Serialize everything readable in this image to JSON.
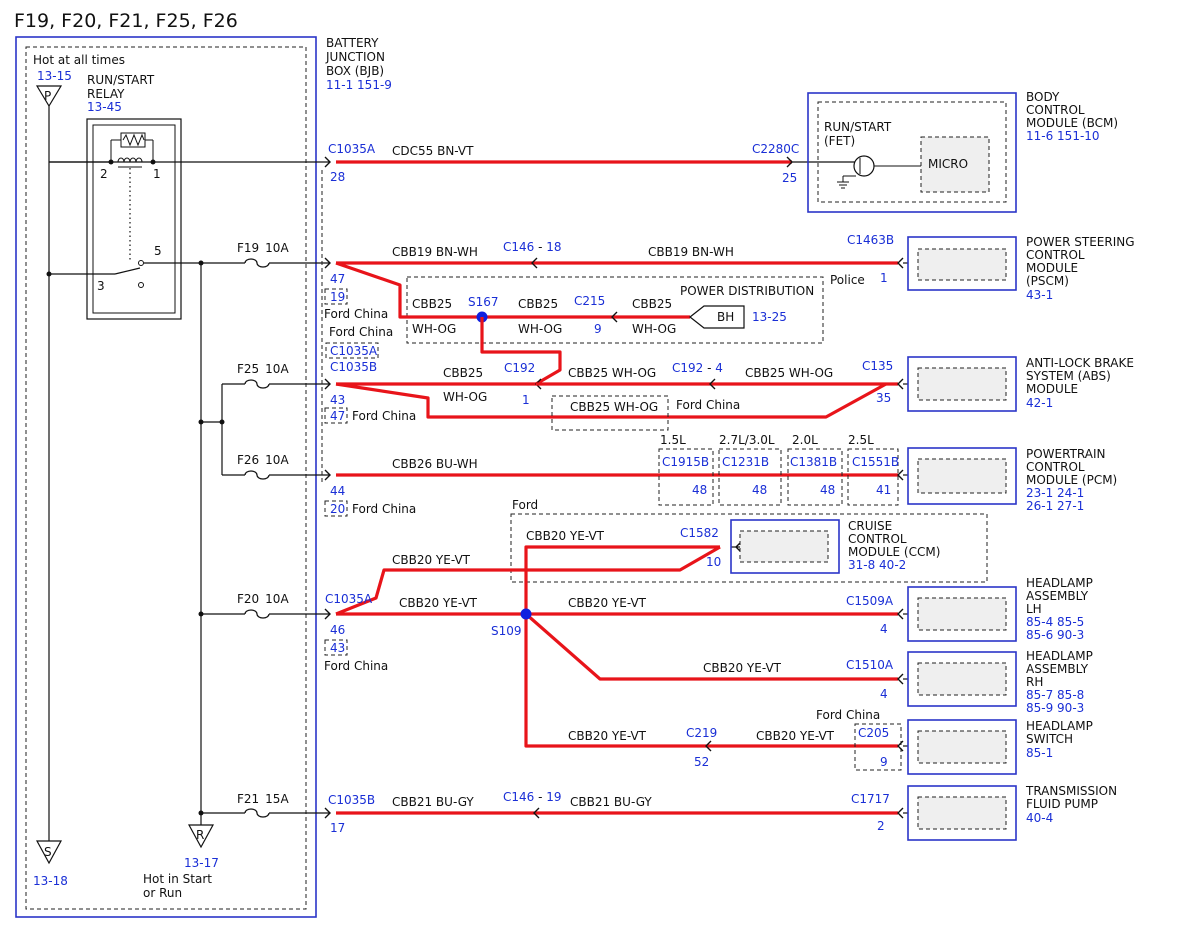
{
  "title": "F19, F20, F21, F25, F26",
  "colors": {
    "wire": "#e8141a",
    "module_border": "#2b35c8",
    "reference_text": "#1a2fd6",
    "splice": "#1020e0"
  },
  "bjb": {
    "name_lines": [
      "BATTERY",
      "JUNCTION",
      "BOX (BJB)"
    ],
    "refs": "11-1  151-9",
    "hot_label": "Hot at all times"
  },
  "terminals": {
    "P": {
      "letter": "P",
      "ref": "13-15"
    },
    "S": {
      "letter": "S",
      "ref": "13-18"
    },
    "R": {
      "letter": "R",
      "ref": "13-17",
      "caption_lines": [
        "Hot in Start",
        "or Run"
      ]
    }
  },
  "relay": {
    "name_lines": [
      "RUN/START",
      "RELAY"
    ],
    "ref": "13-45",
    "pins": [
      "2",
      "1",
      "5",
      "3"
    ]
  },
  "fuses": [
    {
      "id": "F19",
      "rating": "10A"
    },
    {
      "id": "F25",
      "rating": "10A"
    },
    {
      "id": "F26",
      "rating": "10A"
    },
    {
      "id": "F20",
      "rating": "10A"
    },
    {
      "id": "F21",
      "rating": "15A"
    }
  ],
  "bcm_branch": {
    "connector": "C1035A",
    "pin": "28",
    "circuit": "CDC55  BN-VT",
    "far_connector": "C2280C",
    "far_pin": "25"
  },
  "f19_branch": {
    "connector_pin": "47",
    "alt_pin": "19",
    "alt_note": "Ford China",
    "circuit": "CBB19  BN-WH",
    "mid_connector": "C146",
    "mid_pin": "18",
    "circuit2": "CBB19  BN-WH",
    "far_connector": "C1463B",
    "far_pin": "1",
    "note": "Police"
  },
  "power_distribution": {
    "label": "POWER DISTRIBUTION",
    "circuit_a": "CBB25",
    "color_a": "WH-OG",
    "splice": "S167",
    "circuit_b": "CBB25",
    "color_b": "WH-OG",
    "connector": "C215",
    "pin": "9",
    "circuit_c": "CBB25",
    "color_c": "WH-OG",
    "bh": "BH",
    "bh_ref": "13-25"
  },
  "f25_branch": {
    "note1": "Ford China",
    "alt_connector": "C1035A",
    "connector": "C1035B",
    "pin": "43",
    "alt_pin": "47",
    "alt_note": "Ford China",
    "circuit": "CBB25",
    "color": "WH-OG",
    "c192": "C192",
    "c192_pin": "1",
    "circuit2": "CBB25  WH-OG",
    "c192b": "C192",
    "c192b_pin": "4",
    "circuit3": "CBB25  WH-OG",
    "far_connector": "C135",
    "far_pin": "35",
    "dashed_label": "CBB25  WH-OG",
    "dashed_note": "Ford China"
  },
  "f26_branch": {
    "pin": "44",
    "alt_pin": "20",
    "alt_note": "Ford China",
    "circuit": "CBB26  BU-WH",
    "variants": [
      {
        "engine": "1.5L",
        "connector": "C1915B",
        "pin": "48"
      },
      {
        "engine": "2.7L/3.0L",
        "connector": "C1231B",
        "pin": "48"
      },
      {
        "engine": "2.0L",
        "connector": "C1381B",
        "pin": "48"
      },
      {
        "engine": "2.5L",
        "connector": "C1551B",
        "pin": "41"
      }
    ]
  },
  "ford_region": {
    "label": "Ford",
    "circuit": "CBB20  YE-VT",
    "connector": "C1582",
    "pin": "10"
  },
  "f20_branch": {
    "circuit_up": "CBB20  YE-VT",
    "connector": "C1035A",
    "pin": "46",
    "alt_pin": "43",
    "alt_note": "Ford China",
    "circuit": "CBB20  YE-VT",
    "splice": "S109",
    "lh_circuit": "CBB20  YE-VT",
    "lh_connector": "C1509A",
    "lh_pin": "4",
    "rh_circuit": "CBB20  YE-VT",
    "rh_connector": "C1510A",
    "rh_pin": "4",
    "sw_circuit1": "CBB20  YE-VT",
    "sw_connector1": "C219",
    "sw_pin1": "52",
    "sw_circuit2": "CBB20  YE-VT",
    "sw_note": "Ford China",
    "sw_connector2": "C205",
    "sw_pin2": "9"
  },
  "f21_branch": {
    "connector": "C1035B",
    "pin": "17",
    "circuit": "CBB21  BU-GY",
    "mid_connector": "C146",
    "mid_pin": "19",
    "circuit2": "CBB21  BU-GY",
    "far_connector": "C1717",
    "far_pin": "2"
  },
  "modules": {
    "bcm": {
      "name_lines": [
        "BODY",
        "CONTROL",
        "MODULE (BCM)"
      ],
      "refs": "11-6  151-10",
      "inner_label_lines": [
        "RUN/START",
        "(FET)"
      ],
      "micro": "MICRO"
    },
    "pscm": {
      "name_lines": [
        "POWER STEERING",
        "CONTROL",
        "MODULE",
        "(PSCM)"
      ],
      "refs": "43-1"
    },
    "abs": {
      "name_lines": [
        "ANTI-LOCK BRAKE",
        "SYSTEM (ABS)",
        "MODULE"
      ],
      "refs": "42-1"
    },
    "pcm": {
      "name_lines": [
        "POWERTRAIN",
        "CONTROL",
        "MODULE (PCM)"
      ],
      "refs_lines": [
        "23-1  24-1",
        "26-1  27-1"
      ]
    },
    "ccm": {
      "name_lines": [
        "CRUISE",
        "CONTROL",
        "MODULE (CCM)"
      ],
      "refs": "31-8  40-2"
    },
    "hl_lh": {
      "name_lines": [
        "HEADLAMP",
        "ASSEMBLY",
        "LH"
      ],
      "refs_lines": [
        "85-4  85-5",
        "85-6  90-3"
      ]
    },
    "hl_rh": {
      "name_lines": [
        "HEADLAMP",
        "ASSEMBLY",
        "RH"
      ],
      "refs_lines": [
        "85-7  85-8",
        "85-9  90-3"
      ]
    },
    "hl_sw": {
      "name_lines": [
        "HEADLAMP",
        "SWITCH"
      ],
      "refs": "85-1"
    },
    "tfp": {
      "name_lines": [
        "TRANSMISSION",
        "FLUID PUMP"
      ],
      "refs": "40-4"
    }
  }
}
